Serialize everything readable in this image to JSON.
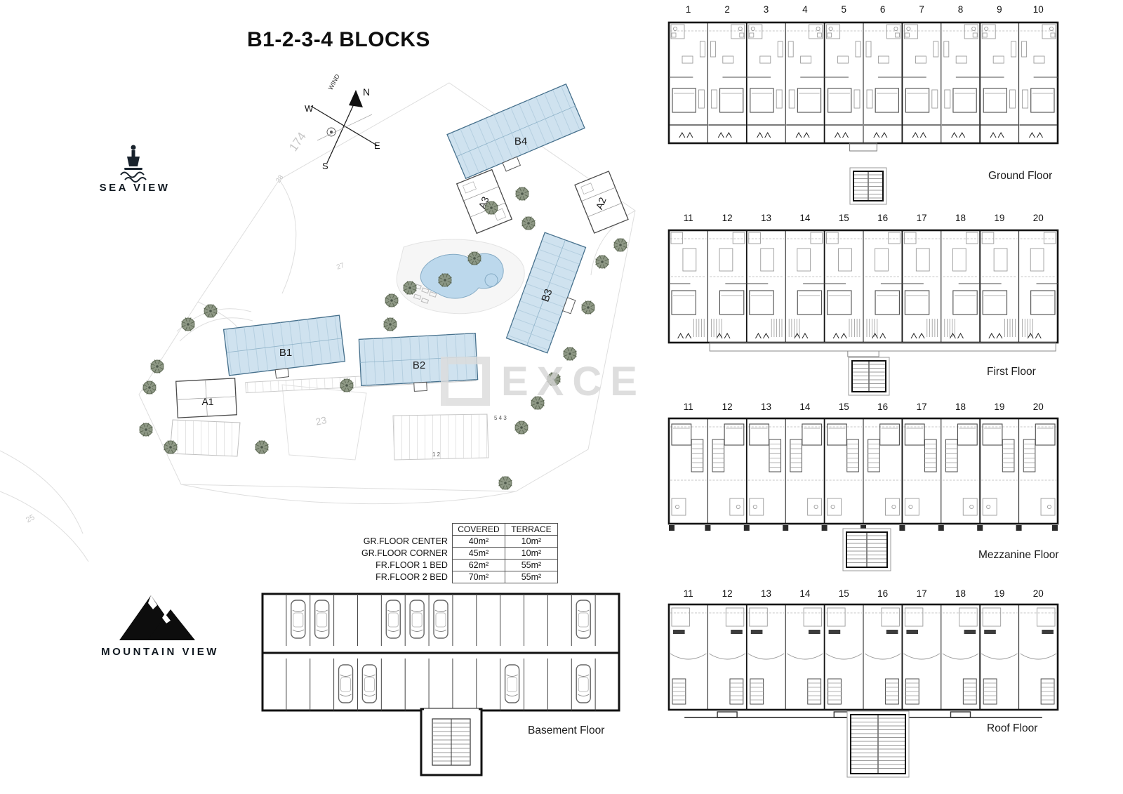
{
  "title": "B1-2-3-4 BLOCKS",
  "labels": {
    "sea_view": "SEA VIEW",
    "mountain_view": "MOUNTAIN VIEW",
    "basement": "Basement Floor"
  },
  "compass": {
    "n": "N",
    "s": "S",
    "e": "E",
    "w": "W",
    "wind": "WIND"
  },
  "site": {
    "buildings": [
      "B4",
      "A3",
      "A2",
      "B3",
      "B1",
      "B2",
      "A1"
    ],
    "annotations": [
      "174",
      "28",
      "27",
      "23",
      "25",
      "5 4 3",
      "1 2"
    ]
  },
  "area_table": {
    "headers": [
      "",
      "COVERED",
      "TERRACE"
    ],
    "rows": [
      {
        "label": "GR.FLOOR CENTER",
        "covered": "40m²",
        "terrace": "10m²"
      },
      {
        "label": "GR.FLOOR CORNER",
        "covered": "45m²",
        "terrace": "10m²"
      },
      {
        "label": "FR.FLOOR 1 BED",
        "covered": "62m²",
        "terrace": "55m²"
      },
      {
        "label": "FR.FLOOR 2 BED",
        "covered": "70m²",
        "terrace": "55m²"
      }
    ]
  },
  "floors": [
    {
      "label": "Ground Floor",
      "units": [
        "1",
        "2",
        "3",
        "4",
        "5",
        "6",
        "7",
        "8",
        "9",
        "10"
      ]
    },
    {
      "label": "First Floor",
      "units": [
        "11",
        "12",
        "13",
        "14",
        "15",
        "16",
        "17",
        "18",
        "19",
        "20"
      ]
    },
    {
      "label": "Mezzanine Floor",
      "units": [
        "11",
        "12",
        "13",
        "14",
        "15",
        "16",
        "17",
        "18",
        "19",
        "20"
      ]
    },
    {
      "label": "Roof Floor",
      "units": [
        "11",
        "12",
        "13",
        "14",
        "15",
        "16",
        "17",
        "18",
        "19",
        "20"
      ]
    }
  ],
  "watermark": "EXCE",
  "colors": {
    "building_fill": "#cfe2ef",
    "building_stroke": "#46708c",
    "pool_fill": "#bcd8ec",
    "tree_green": "#88937f",
    "ink": "#111111"
  }
}
